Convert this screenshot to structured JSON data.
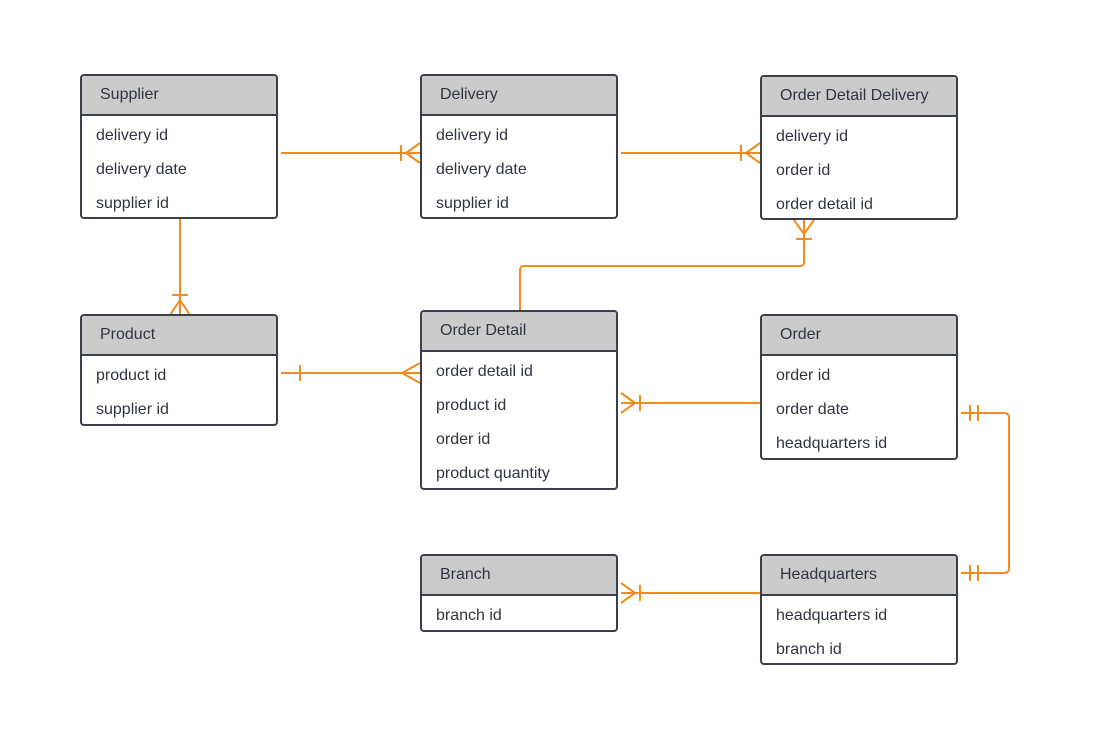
{
  "colors": {
    "connector": "#f08c1e",
    "header_bg": "#cbcbcb",
    "border": "#3a3f4a",
    "text": "#2f3440"
  },
  "entities": {
    "supplier": {
      "title": "Supplier",
      "fields": [
        "delivery id",
        "delivery date",
        "supplier id"
      ]
    },
    "delivery": {
      "title": "Delivery",
      "fields": [
        "delivery id",
        "delivery date",
        "supplier id"
      ]
    },
    "order_detail_delivery": {
      "title": "Order Detail Delivery",
      "fields": [
        "delivery id",
        "order id",
        "order detail id"
      ]
    },
    "product": {
      "title": "Product",
      "fields": [
        "product id",
        "supplier id"
      ]
    },
    "order_detail": {
      "title": "Order Detail",
      "fields": [
        "order detail id",
        "product id",
        "order id",
        "product quantity"
      ]
    },
    "order": {
      "title": "Order",
      "fields": [
        "order id",
        "order date",
        "headquarters id"
      ]
    },
    "branch": {
      "title": "Branch",
      "fields": [
        "branch id"
      ]
    },
    "headquarters": {
      "title": "Headquarters",
      "fields": [
        "headquarters id",
        "branch id"
      ]
    }
  },
  "relationships": [
    {
      "from": "supplier",
      "to": "delivery",
      "from_end": "none",
      "to_end": "one-or-many"
    },
    {
      "from": "delivery",
      "to": "order_detail_delivery",
      "from_end": "none",
      "to_end": "one-or-many"
    },
    {
      "from": "order_detail",
      "to": "order_detail_delivery",
      "from_end": "none",
      "to_end": "one-or-many"
    },
    {
      "from": "supplier",
      "to": "product",
      "from_end": "none",
      "to_end": "one-or-many"
    },
    {
      "from": "product",
      "to": "order_detail",
      "from_end": "one",
      "to_end": "many"
    },
    {
      "from": "order",
      "to": "order_detail",
      "from_end": "none",
      "to_end": "one-or-many"
    },
    {
      "from": "order",
      "to": "headquarters",
      "from_end": "exactly-one",
      "to_end": "exactly-one"
    },
    {
      "from": "headquarters",
      "to": "branch",
      "from_end": "none",
      "to_end": "one-or-many"
    }
  ]
}
